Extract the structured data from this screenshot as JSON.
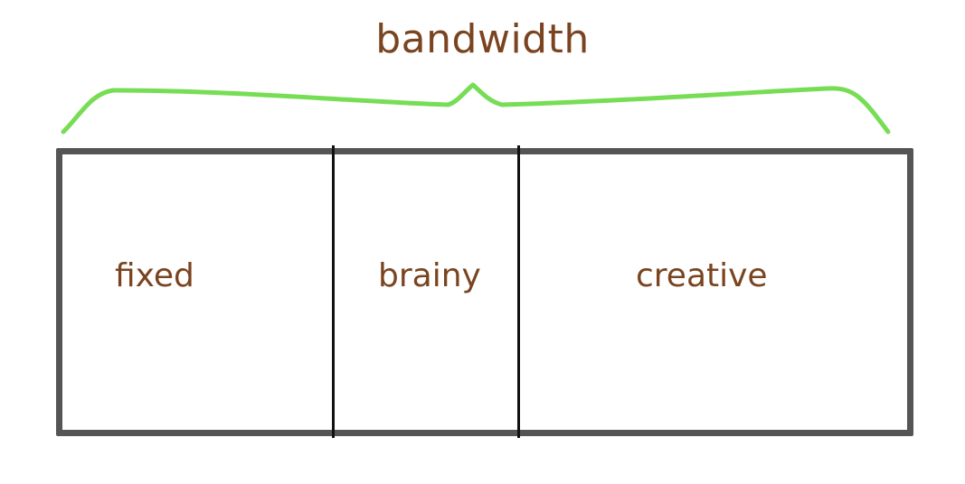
{
  "diagram": {
    "title": "bandwidth",
    "segments": [
      {
        "label": "fixed"
      },
      {
        "label": "brainy"
      },
      {
        "label": "creative"
      }
    ]
  },
  "colors": {
    "text": "#7a4420",
    "brace": "#77dd55",
    "frame": "#555555",
    "divider": "#111111"
  }
}
